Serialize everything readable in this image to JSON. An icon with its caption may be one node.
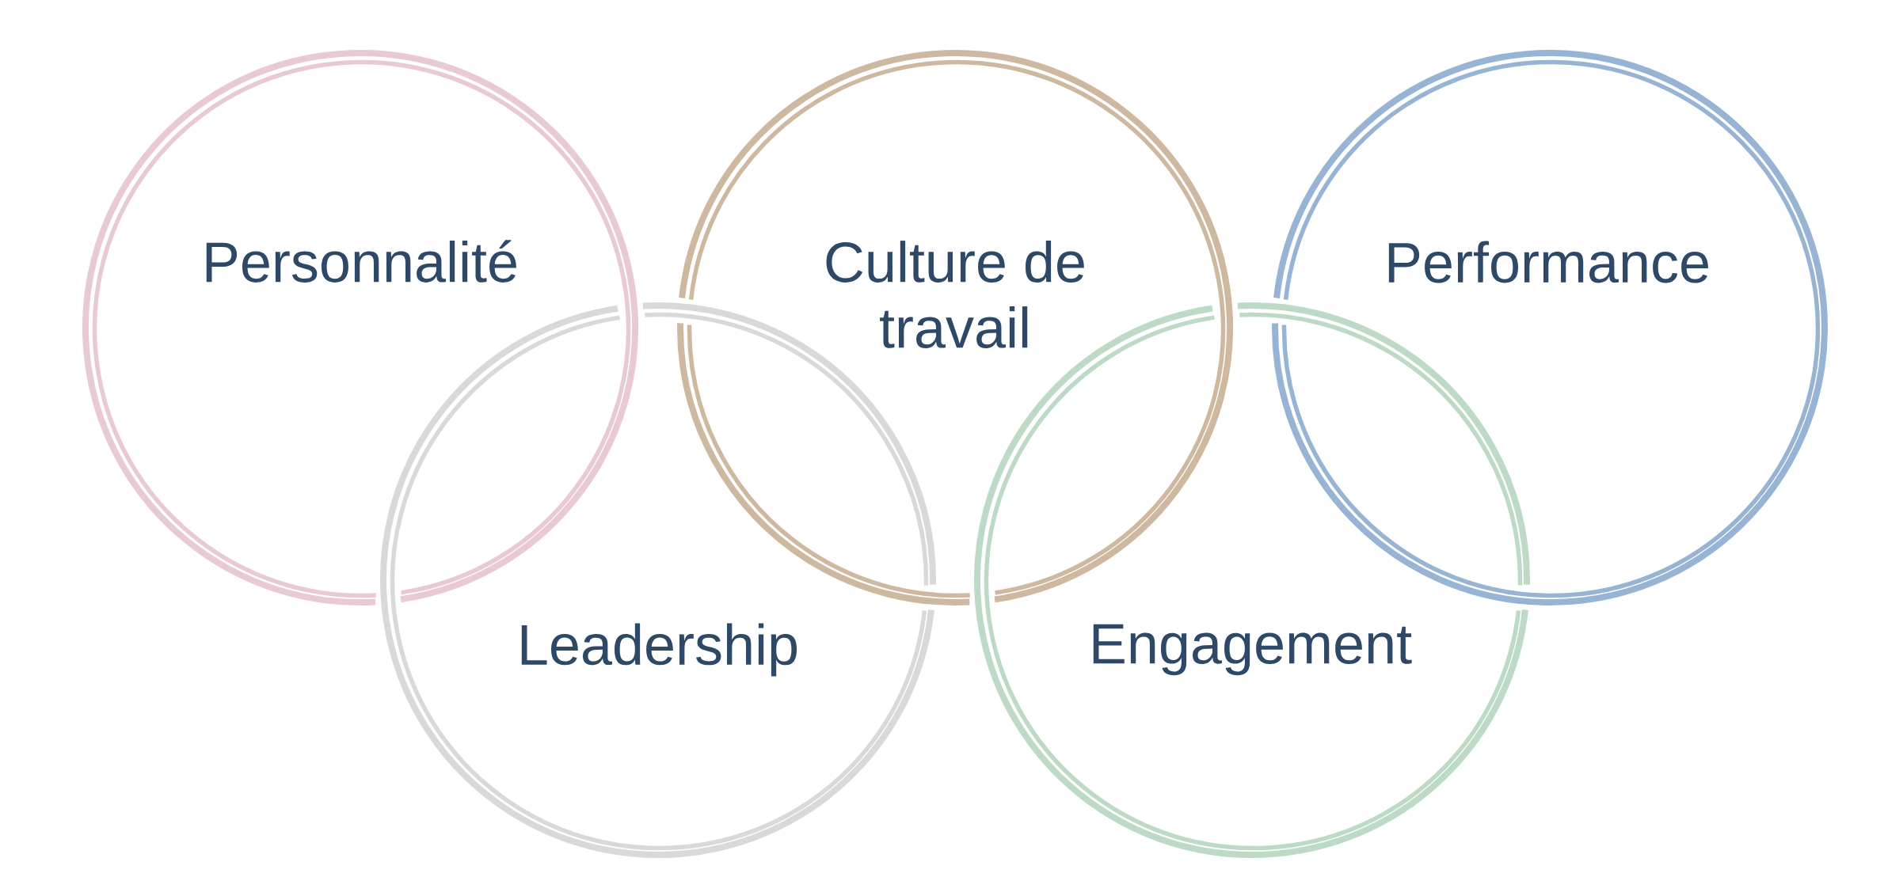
{
  "diagram": {
    "nodes": [
      {
        "text": [
          "Personnalité"
        ]
      },
      {
        "text": [
          "Culture de travail"
        ]
      },
      {
        "text": [
          "Performance"
        ]
      },
      {
        "text": [
          "Leadership"
        ]
      },
      {
        "text": [
          "Engagement"
        ]
      }
    ]
  }
}
